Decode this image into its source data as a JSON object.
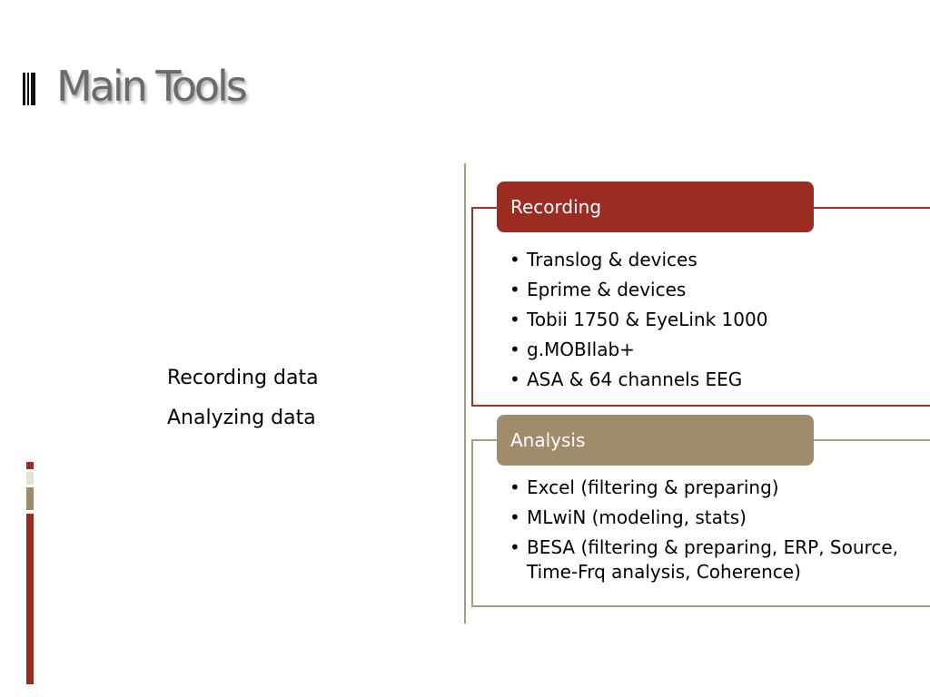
{
  "slide": {
    "title": "Main Tools",
    "left_items": [
      "Recording data",
      "Analyzing data"
    ]
  },
  "recording": {
    "heading": "Recording",
    "items": [
      "Translog & devices",
      "Eprime & devices",
      "Tobii 1750 & EyeLink 1000",
      "g.MOBIlab+",
      "ASA & 64 channels EEG"
    ]
  },
  "analysis": {
    "heading": "Analysis",
    "items": [
      "Excel (filtering & preparing)",
      "MLwiN (modeling, stats)",
      "BESA (filtering & preparing, ERP, Source, Time-Frq analysis, Coherence)"
    ]
  },
  "bullet": "•",
  "colors": {
    "accent_red": "#9c2b22",
    "accent_tan": "#a08c6a",
    "title_gray": "#6b6b6b"
  }
}
